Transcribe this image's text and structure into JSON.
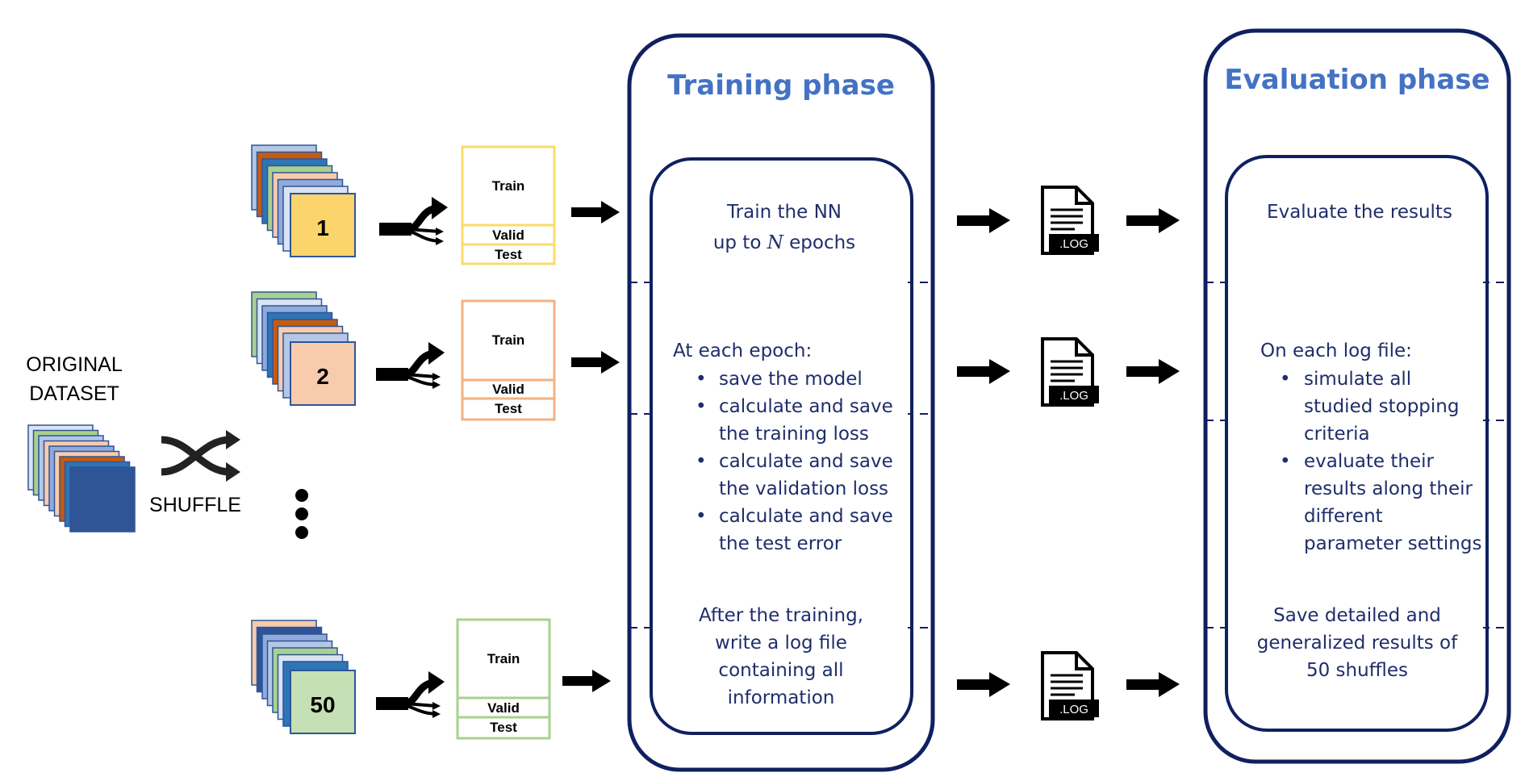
{
  "original_dataset": {
    "line1": "ORIGINAL",
    "line2": "DATASET"
  },
  "shuffle": {
    "label": "SHUFFLE"
  },
  "shuffles": [
    {
      "number": "1",
      "accent": "#fbd56b",
      "border": "#f9dc6a",
      "splits": {
        "train": "Train",
        "valid": "Valid",
        "test": "Test"
      }
    },
    {
      "number": "2",
      "accent": "#f8cbad",
      "border": "#f4b183",
      "splits": {
        "train": "Train",
        "valid": "Valid",
        "test": "Test"
      }
    },
    {
      "number": "50",
      "accent": "#c5e0b4",
      "border": "#a9d18e",
      "splits": {
        "train": "Train",
        "valid": "Valid",
        "test": "Test"
      }
    }
  ],
  "log_icon": {
    "label": ".LOG",
    "icon": "log-file-icon"
  },
  "training_phase": {
    "title": "Training phase",
    "train_line1": "Train the NN",
    "train_line2_prefix": "up to ",
    "train_line2_var": "N",
    "train_line2_suffix": " epochs",
    "epoch_heading": "At each epoch:",
    "bullets": [
      [
        "save the model"
      ],
      [
        "calculate and save",
        "the training loss"
      ],
      [
        "calculate and save",
        "the validation loss"
      ],
      [
        "calculate and save",
        "the test error"
      ]
    ],
    "after_lines": [
      "After the training,",
      "write a log file",
      "containing all",
      "information"
    ]
  },
  "evaluation_phase": {
    "title": "Evaluation phase",
    "heading": "Evaluate the results",
    "log_heading": "On each log file:",
    "bullets": [
      [
        "simulate all",
        "studied stopping",
        "criteria"
      ],
      [
        "evaluate their",
        "results along their",
        "different",
        "parameter settings"
      ]
    ],
    "save_lines": [
      "Save detailed and",
      "generalized results of",
      "50 shuffles"
    ]
  },
  "colors": {
    "navy": "#0f2060",
    "title_blue": "#4472c4",
    "text_navy": "#1f2d6b",
    "layer_palette": [
      "#b4c7e7",
      "#c55a11",
      "#2e75b6",
      "#a9d18e",
      "#f8cbad",
      "#8faadc",
      "#dae3f3",
      "#2f5597"
    ]
  }
}
